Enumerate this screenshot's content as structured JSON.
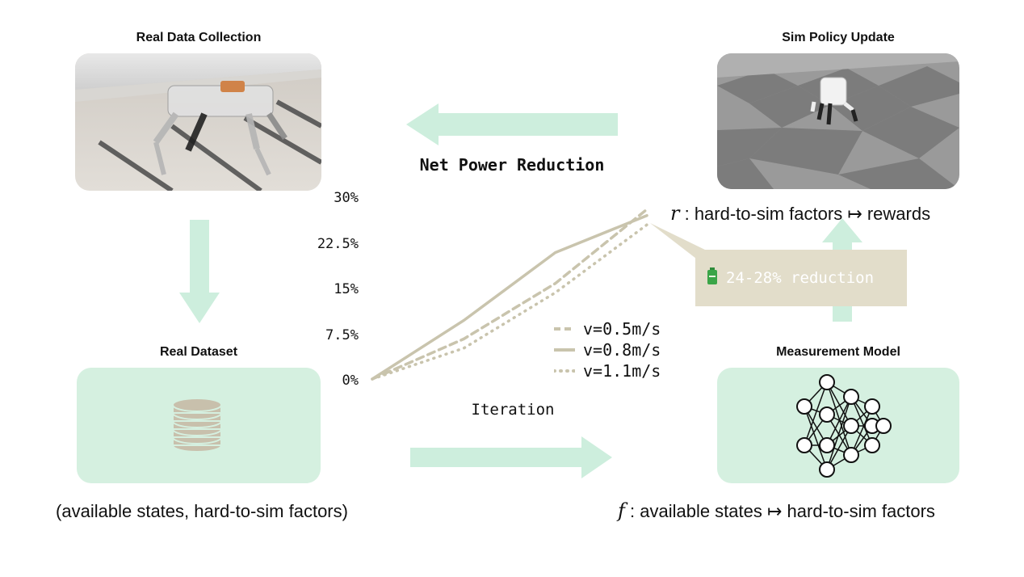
{
  "panels": {
    "real_data_collection": {
      "title": "Real Data Collection"
    },
    "sim_policy_update": {
      "title": "Sim Policy Update"
    },
    "real_dataset": {
      "title": "Real Dataset",
      "caption": "(available states, hard-to-sim factors)"
    },
    "measurement_model": {
      "title": "Measurement Model",
      "var": "f",
      "caption_rest": " : available states ↦ hard-to-sim factors"
    },
    "reward": {
      "var": "r",
      "caption_rest": " : hard-to-sim factors ↦ rewards"
    }
  },
  "labels": {
    "net_power_reduction": "Net Power Reduction",
    "iteration": "Iteration",
    "callout": "24-28% reduction"
  },
  "icons": {
    "arrow_color": "#cdeedd",
    "box_color": "#d5f0e0",
    "callout_color": "#e2ddca",
    "line_color": "#c9c4ad",
    "battery": "battery-icon",
    "database": "database-icon",
    "neural_net": "neural-network-icon"
  },
  "chart_data": {
    "type": "line",
    "x": [
      0,
      1,
      2,
      3
    ],
    "yticks": [
      "30%",
      "22.5%",
      "15%",
      "7.5%",
      "0%"
    ],
    "ylim": [
      0,
      30
    ],
    "series": [
      {
        "name": "v=0.5m/s",
        "style": "dashed",
        "values": [
          0,
          6.5,
          15.5,
          27.5
        ]
      },
      {
        "name": "v=0.8m/s",
        "style": "solid",
        "values": [
          0,
          9.5,
          20.5,
          26.5
        ]
      },
      {
        "name": "v=1.1m/s",
        "style": "dotted",
        "values": [
          0,
          5.0,
          14.0,
          25.0
        ]
      }
    ]
  }
}
